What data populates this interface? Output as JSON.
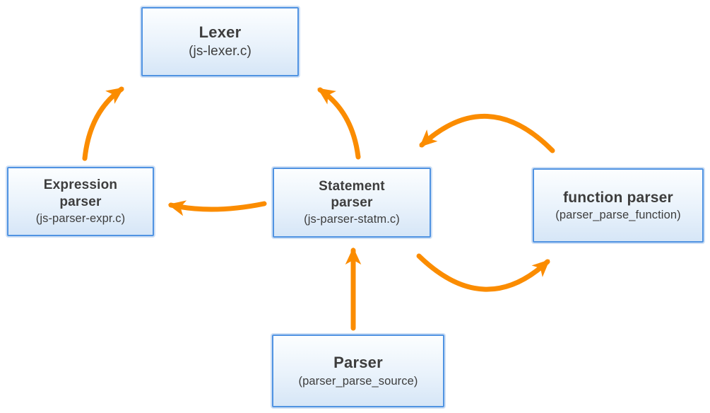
{
  "diagram": {
    "nodes": [
      {
        "id": "lexer",
        "title": "Lexer",
        "subtitle": "(js-lexer.c)"
      },
      {
        "id": "expression-parser",
        "title": "Expression\nparser",
        "subtitle": "(js-parser-expr.c)"
      },
      {
        "id": "statement-parser",
        "title": "Statement\nparser",
        "subtitle": "(js-parser-statm.c)"
      },
      {
        "id": "function-parser",
        "title": "function parser",
        "subtitle": "(parser_parse_function)"
      },
      {
        "id": "parser",
        "title": "Parser",
        "subtitle": "(parser_parse_source)"
      }
    ],
    "edges": [
      {
        "from": "expression-parser",
        "to": "lexer"
      },
      {
        "from": "statement-parser",
        "to": "lexer"
      },
      {
        "from": "statement-parser",
        "to": "expression-parser"
      },
      {
        "from": "function-parser",
        "to": "statement-parser"
      },
      {
        "from": "statement-parser",
        "to": "function-parser"
      },
      {
        "from": "parser",
        "to": "statement-parser"
      }
    ],
    "colors": {
      "arrow": "#fb8c00",
      "box_border": "#5093e2",
      "box_fill_top": "#fcfeff",
      "box_fill_bottom": "#d6e6f7",
      "text": "#3d3d3d",
      "background": "#ffffff"
    }
  }
}
